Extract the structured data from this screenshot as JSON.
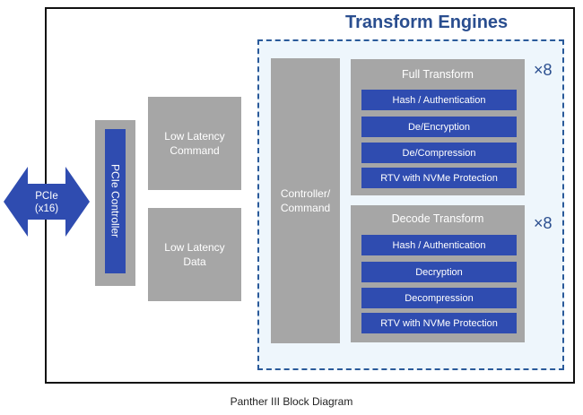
{
  "title": "Transform Engines",
  "caption": "Panther III Block Diagram",
  "pcie": {
    "line1": "PCIe",
    "line2": "(x16)"
  },
  "pcie_controller": "PCIe Controller",
  "low_latency_command": {
    "line1": "Low Latency",
    "line2": "Command"
  },
  "low_latency_data": {
    "line1": "Low Latency",
    "line2": "Data"
  },
  "controller_command": {
    "line1": "Controller/",
    "line2": "Command"
  },
  "full_transform": {
    "title": "Full Transform",
    "multiplier": "×8",
    "items": [
      "Hash / Authentication",
      "De/Encryption",
      "De/Compression",
      "RTV with NVMe Protection"
    ]
  },
  "decode_transform": {
    "title": "Decode Transform",
    "multiplier": "×8",
    "items": [
      "Hash / Authentication",
      "Decryption",
      "Decompression",
      "RTV with NVMe Protection"
    ]
  },
  "colors": {
    "accent": "#2a4e8f",
    "block_blue": "#2f4cb0",
    "gray": "#a6a6a6",
    "engine_bg": "#eef6fc"
  }
}
